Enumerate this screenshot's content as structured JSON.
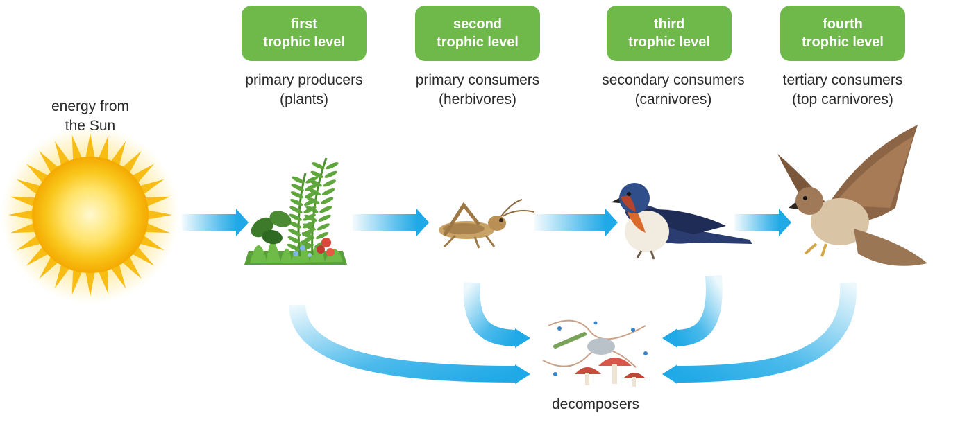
{
  "sun": {
    "caption_line1": "energy from",
    "caption_line2": "the Sun",
    "icon": "sun-icon"
  },
  "levels": [
    {
      "badge_line1": "first",
      "badge_line2": "trophic level",
      "role_line1": "primary producers",
      "role_line2": "(plants)",
      "icon": "plant-icon"
    },
    {
      "badge_line1": "second",
      "badge_line2": "trophic level",
      "role_line1": "primary consumers",
      "role_line2": "(herbivores)",
      "icon": "grasshopper-icon"
    },
    {
      "badge_line1": "third",
      "badge_line2": "trophic level",
      "role_line1": "secondary consumers",
      "role_line2": "(carnivores)",
      "icon": "bird-icon"
    },
    {
      "badge_line1": "fourth",
      "badge_line2": "trophic level",
      "role_line1": "tertiary consumers",
      "role_line2": "(top carnivores)",
      "icon": "hawk-icon"
    }
  ],
  "decomposers": {
    "caption": "decomposers",
    "icon": "decomposers-icon"
  },
  "colors": {
    "badge": "#6fb94a",
    "arrow": "#1fa9e6",
    "arrow_fade": "#bfe6f8",
    "sun_core": "#ffe36a",
    "sun_ray": "#f7b500"
  }
}
